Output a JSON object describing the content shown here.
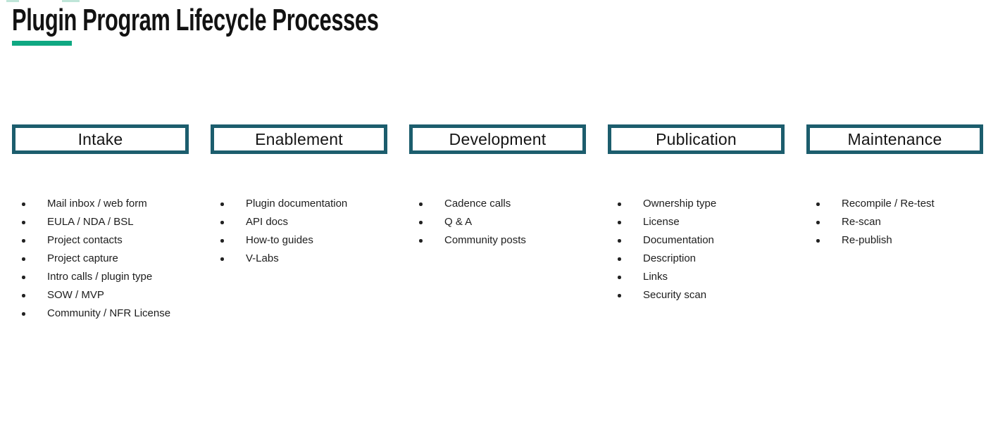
{
  "page": {
    "title": "Plugin Program Lifecycle Processes"
  },
  "columns": [
    {
      "header": "Intake",
      "items": [
        "Mail inbox / web form",
        "EULA / NDA / BSL",
        "Project contacts",
        "Project capture",
        "Intro calls / plugin type",
        "SOW / MVP",
        "Community / NFR License"
      ]
    },
    {
      "header": "Enablement",
      "items": [
        "Plugin documentation",
        "API docs",
        "How-to guides",
        "V-Labs"
      ]
    },
    {
      "header": "Development",
      "items": [
        "Cadence calls",
        "Q & A",
        "Community posts"
      ]
    },
    {
      "header": "Publication",
      "items": [
        "Ownership type",
        "License",
        "Documentation",
        "Description",
        "Links",
        "Security scan"
      ]
    },
    {
      "header": "Maintenance",
      "items": [
        "Recompile / Re-test",
        "Re-scan",
        "Re-publish"
      ]
    }
  ],
  "colors": {
    "accent_green": "#0FA882",
    "box_border": "#1C5D6D",
    "title_text": "#121212",
    "body_text": "#1D1D1D"
  }
}
